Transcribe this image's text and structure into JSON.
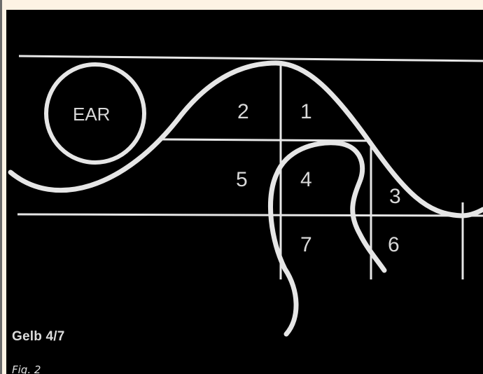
{
  "colors": {
    "page_background": "#fdf3e4",
    "panel_background": "#000000",
    "line_color": "#e6e6e6",
    "border_color": "#6b6b6b"
  },
  "diagram": {
    "ear_label": "EAR",
    "region_labels": {
      "r1": "1",
      "r2": "2",
      "r3": "3",
      "r4": "4",
      "r5": "5",
      "r6": "6",
      "r7": "7"
    },
    "panel_label": "Gelb 4/7"
  },
  "caption": "Fig. 2"
}
